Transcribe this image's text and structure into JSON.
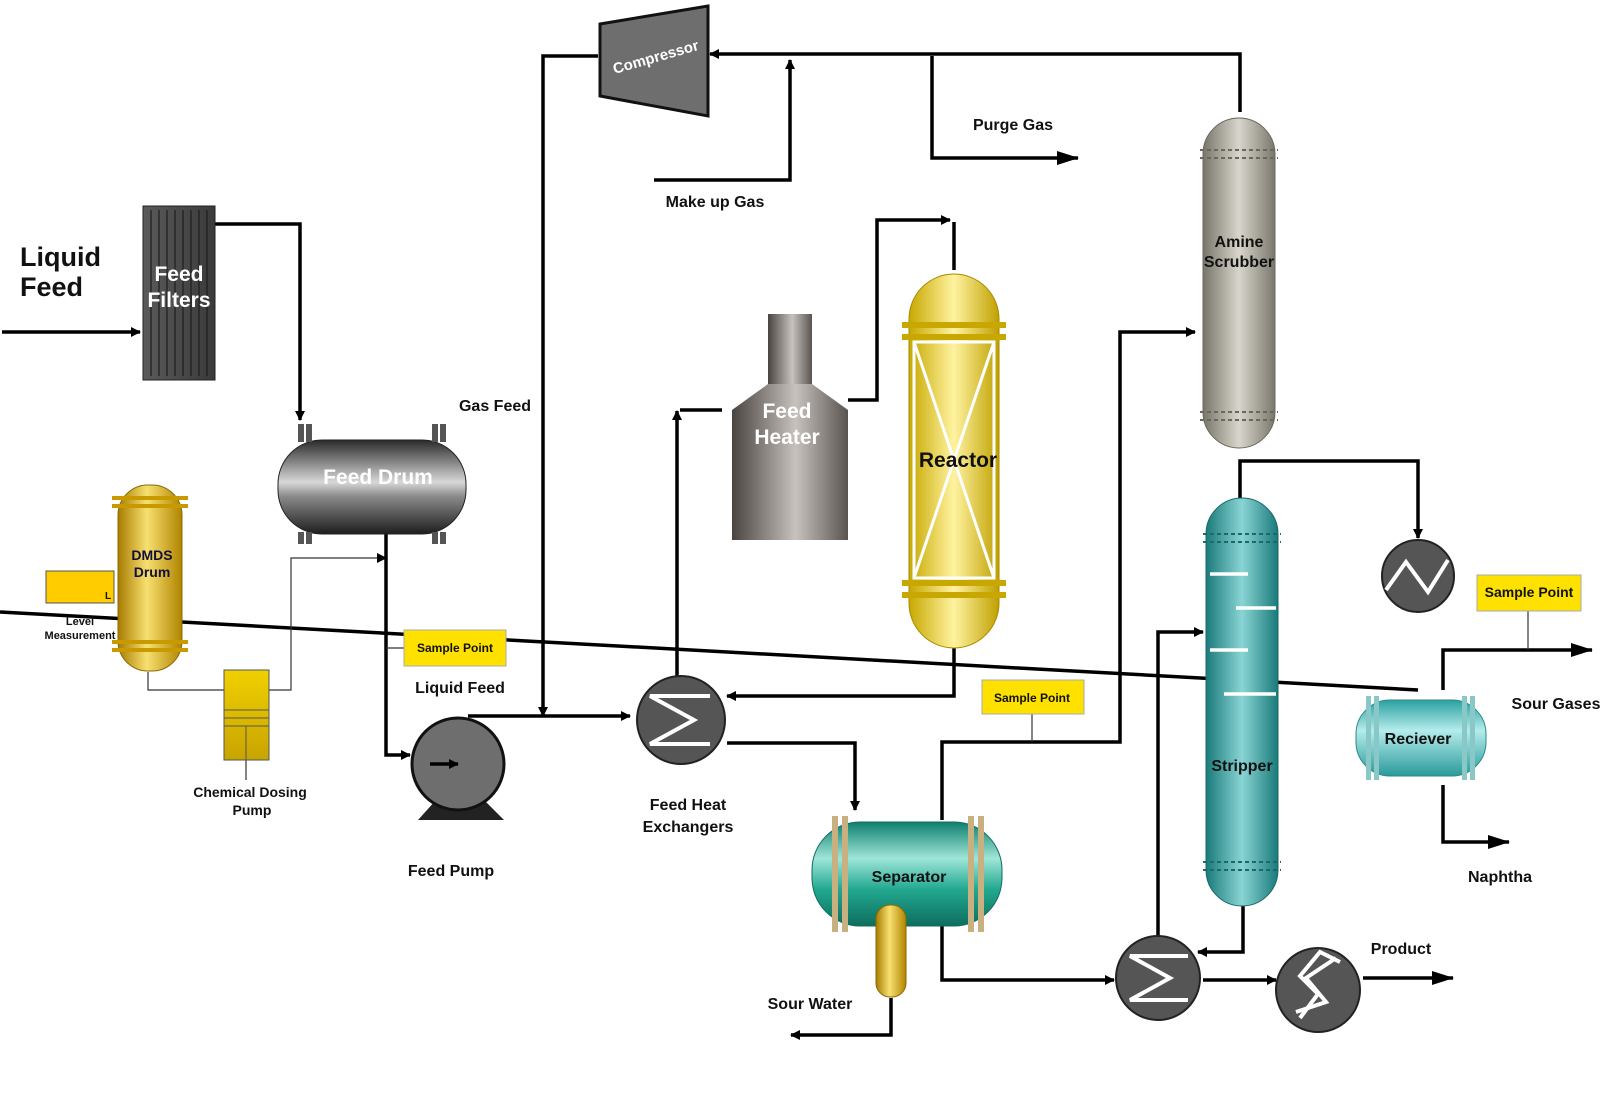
{
  "labels": {
    "liquid_feed_title_1": "Liquid",
    "liquid_feed_title_2": "Feed",
    "feed_filters_1": "Feed",
    "feed_filters_2": "Filters",
    "feed_drum": "Feed Drum",
    "dmds_drum_1": "DMDS",
    "dmds_drum_2": "Drum",
    "level_1": "Level",
    "level_2": "Measurement",
    "level_marker": "L",
    "chem_pump_1": "Chemical Dosing",
    "chem_pump_2": "Pump",
    "sample_point_feed": "Sample Point",
    "liquid_feed_label": "Liquid Feed",
    "feed_pump": "Feed Pump",
    "gas_feed": "Gas Feed",
    "compressor": "Compressor",
    "make_up_gas": "Make up Gas",
    "purge_gas": "Purge Gas",
    "feed_heater_1": "Feed",
    "feed_heater_2": "Heater",
    "reactor": "Reactor",
    "amine_scrubber_1": "Amine",
    "amine_scrubber_2": "Scrubber",
    "feed_hx_1": "Feed Heat",
    "feed_hx_2": "Exchangers",
    "separator": "Separator",
    "sample_point_separator": "Sample Point",
    "sour_water": "Sour Water",
    "stripper": "Stripper",
    "receiver": "Reciever",
    "sample_point_receiver": "Sample Point",
    "sour_gases": "Sour Gases",
    "naphtha": "Naphtha",
    "product": "Product"
  },
  "colors": {
    "line": "#000000",
    "sample_box": "#ffe100",
    "dmds_gold": "#d4a400",
    "reactor_yellow": "#e8cc20",
    "separator_teal": "#1aa58f",
    "stripper_teal": "#2a9b9b",
    "receiver_teal": "#3cb4b4",
    "scrubber_grey": "#9a9688",
    "drum_dark": "#3c3c3c",
    "heater_brown": "#6e6662",
    "hx_grey": "#555555"
  }
}
